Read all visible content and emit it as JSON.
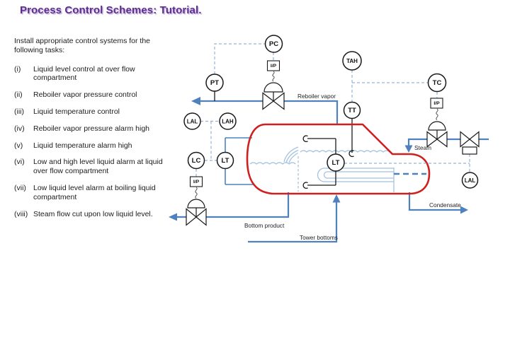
{
  "title": "Process Control Schemes: Tutorial.",
  "intro": "Install appropriate control systems for the following tasks:",
  "tasks": [
    {
      "num": "(i)",
      "text": "Liquid level control at over flow compartment"
    },
    {
      "num": "(ii)",
      "text": "Reboiler vapor pressure control"
    },
    {
      "num": "(iii)",
      "text": "Liquid temperature control"
    },
    {
      "num": "(iv)",
      "text": "Reboiler vapor pressure alarm high"
    },
    {
      "num": "(v)",
      "text": "Liquid temperature alarm high"
    },
    {
      "num": "(vi)",
      "text": "Low and high level liquid alarm at liquid over flow compartment"
    },
    {
      "num": "(vii)",
      "text": "Low liquid level alarm at boiling liquid compartment"
    },
    {
      "num": "(viii)",
      "text": "Steam flow cut upon low liquid level."
    }
  ],
  "diagram": {
    "instruments": [
      {
        "id": "pc",
        "tag": "PC"
      },
      {
        "id": "pt",
        "tag": "PT"
      },
      {
        "id": "tah",
        "tag": "TAH"
      },
      {
        "id": "tt",
        "tag": "TT"
      },
      {
        "id": "tc",
        "tag": "TC"
      },
      {
        "id": "lal-overflow",
        "tag": "LAL"
      },
      {
        "id": "lah-overflow",
        "tag": "LAH"
      },
      {
        "id": "lc",
        "tag": "LC"
      },
      {
        "id": "lt-overflow",
        "tag": "LT"
      },
      {
        "id": "lt-boiling",
        "tag": "LT"
      },
      {
        "id": "lal-boiling",
        "tag": "LAL"
      }
    ],
    "converters": [
      {
        "label": "I/P"
      },
      {
        "label": "I/P"
      },
      {
        "label": "I/P"
      }
    ],
    "stream_labels": {
      "reboiler_vapor": "Reboiler vapor",
      "steam": "Steam",
      "condensate": "Condensate",
      "bottom_product": "Bottom product",
      "tower_bottoms": "Tower bottoms"
    },
    "colors": {
      "title_text": "#5d2d91",
      "process_line": "#4f81bd",
      "signal_line": "#95b3d7",
      "vessel_outline": "#cf2020",
      "internals": "#a3c2e0"
    }
  }
}
